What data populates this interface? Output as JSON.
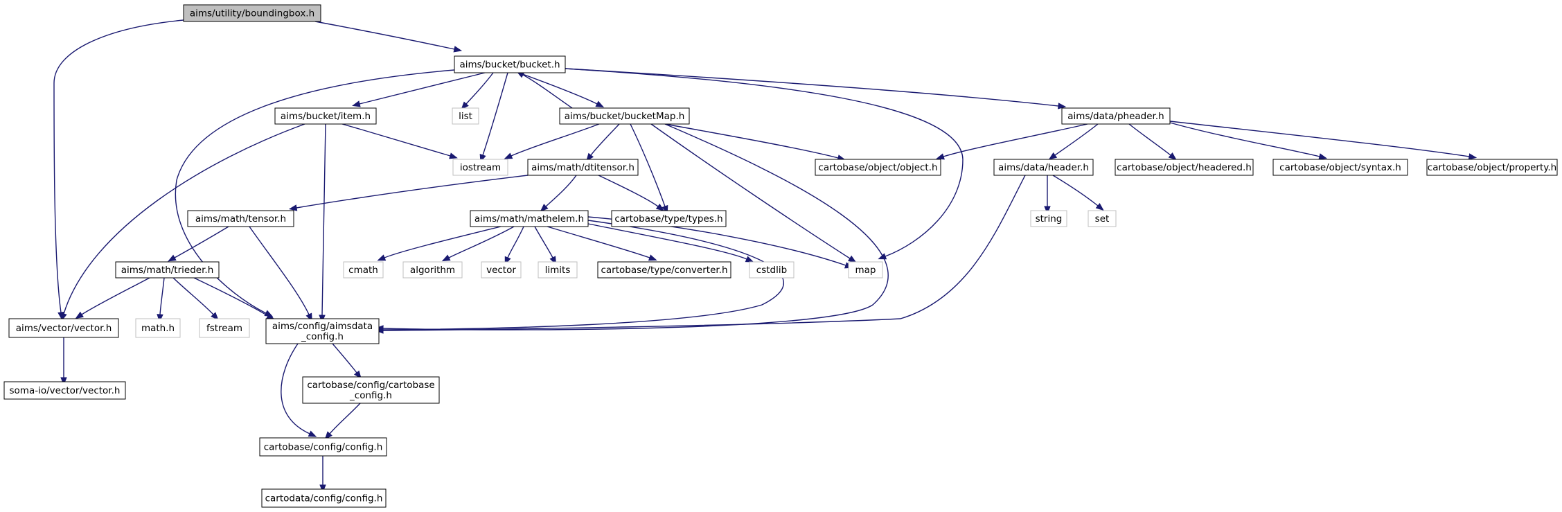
{
  "diagram": {
    "nodes": [
      {
        "id": "boundingbox",
        "lines": [
          "aims/utility/boundingbox.h"
        ],
        "style": "focus"
      },
      {
        "id": "bucket",
        "lines": [
          "aims/bucket/bucket.h"
        ],
        "style": "normal"
      },
      {
        "id": "vector_aims",
        "lines": [
          "aims/vector/vector.h"
        ],
        "style": "normal"
      },
      {
        "id": "item",
        "lines": [
          "aims/bucket/item.h"
        ],
        "style": "normal"
      },
      {
        "id": "list",
        "lines": [
          "list"
        ],
        "style": "external"
      },
      {
        "id": "iostream",
        "lines": [
          "iostream"
        ],
        "style": "external"
      },
      {
        "id": "bucketmap",
        "lines": [
          "aims/bucket/bucketMap.h"
        ],
        "style": "normal"
      },
      {
        "id": "pheader",
        "lines": [
          "aims/data/pheader.h"
        ],
        "style": "normal"
      },
      {
        "id": "map",
        "lines": [
          "map"
        ],
        "style": "external"
      },
      {
        "id": "aimsdata_config",
        "lines": [
          "aims/config/aimsdata",
          "_config.h"
        ],
        "style": "normal"
      },
      {
        "id": "soma_vector",
        "lines": [
          "soma-io/vector/vector.h"
        ],
        "style": "normal"
      },
      {
        "id": "dtitensor",
        "lines": [
          "aims/math/dtitensor.h"
        ],
        "style": "normal"
      },
      {
        "id": "object",
        "lines": [
          "cartobase/object/object.h"
        ],
        "style": "normal"
      },
      {
        "id": "types",
        "lines": [
          "cartobase/type/types.h"
        ],
        "style": "normal"
      },
      {
        "id": "tensor",
        "lines": [
          "aims/math/tensor.h"
        ],
        "style": "normal"
      },
      {
        "id": "mathelem",
        "lines": [
          "aims/math/mathelem.h"
        ],
        "style": "normal"
      },
      {
        "id": "trieder",
        "lines": [
          "aims/math/trieder.h"
        ],
        "style": "normal"
      },
      {
        "id": "cmath",
        "lines": [
          "cmath"
        ],
        "style": "external"
      },
      {
        "id": "algorithm",
        "lines": [
          "algorithm"
        ],
        "style": "external"
      },
      {
        "id": "vector_std",
        "lines": [
          "vector"
        ],
        "style": "external"
      },
      {
        "id": "limits",
        "lines": [
          "limits"
        ],
        "style": "external"
      },
      {
        "id": "converter",
        "lines": [
          "cartobase/type/converter.h"
        ],
        "style": "normal"
      },
      {
        "id": "cstdlib",
        "lines": [
          "cstdlib"
        ],
        "style": "external"
      },
      {
        "id": "mathh",
        "lines": [
          "math.h"
        ],
        "style": "external"
      },
      {
        "id": "fstream",
        "lines": [
          "fstream"
        ],
        "style": "external"
      },
      {
        "id": "cartobase_config",
        "lines": [
          "cartobase/config/cartobase",
          "_config.h"
        ],
        "style": "normal"
      },
      {
        "id": "config",
        "lines": [
          "cartobase/config/config.h"
        ],
        "style": "normal"
      },
      {
        "id": "cartodata_config",
        "lines": [
          "cartodata/config/config.h"
        ],
        "style": "normal"
      },
      {
        "id": "header",
        "lines": [
          "aims/data/header.h"
        ],
        "style": "normal"
      },
      {
        "id": "string",
        "lines": [
          "string"
        ],
        "style": "external"
      },
      {
        "id": "set",
        "lines": [
          "set"
        ],
        "style": "external"
      },
      {
        "id": "headered",
        "lines": [
          "cartobase/object/headered.h"
        ],
        "style": "normal"
      },
      {
        "id": "syntax",
        "lines": [
          "cartobase/object/syntax.h"
        ],
        "style": "normal"
      },
      {
        "id": "property",
        "lines": [
          "cartobase/object/property.h"
        ],
        "style": "normal"
      }
    ],
    "edges": [
      [
        "boundingbox",
        "bucket"
      ],
      [
        "boundingbox",
        "vector_aims"
      ],
      [
        "bucket",
        "item"
      ],
      [
        "bucket",
        "list"
      ],
      [
        "bucket",
        "iostream"
      ],
      [
        "bucket",
        "bucketmap"
      ],
      [
        "bucket",
        "pheader"
      ],
      [
        "bucket",
        "map"
      ],
      [
        "bucket",
        "aimsdata_config"
      ],
      [
        "item",
        "vector_aims"
      ],
      [
        "item",
        "iostream"
      ],
      [
        "item",
        "aimsdata_config"
      ],
      [
        "bucketmap",
        "bucket"
      ],
      [
        "bucketmap",
        "iostream"
      ],
      [
        "bucketmap",
        "dtitensor"
      ],
      [
        "bucketmap",
        "types"
      ],
      [
        "bucketmap",
        "object"
      ],
      [
        "bucketmap",
        "map"
      ],
      [
        "bucketmap",
        "aimsdata_config"
      ],
      [
        "pheader",
        "object"
      ],
      [
        "pheader",
        "header"
      ],
      [
        "pheader",
        "headered"
      ],
      [
        "pheader",
        "syntax"
      ],
      [
        "pheader",
        "property"
      ],
      [
        "header",
        "string"
      ],
      [
        "header",
        "set"
      ],
      [
        "header",
        "aimsdata_config"
      ],
      [
        "dtitensor",
        "tensor"
      ],
      [
        "dtitensor",
        "mathelem"
      ],
      [
        "dtitensor",
        "types"
      ],
      [
        "tensor",
        "trieder"
      ],
      [
        "tensor",
        "aimsdata_config"
      ],
      [
        "trieder",
        "vector_aims"
      ],
      [
        "trieder",
        "mathh"
      ],
      [
        "trieder",
        "fstream"
      ],
      [
        "trieder",
        "aimsdata_config"
      ],
      [
        "mathelem",
        "cmath"
      ],
      [
        "mathelem",
        "algorithm"
      ],
      [
        "mathelem",
        "vector_std"
      ],
      [
        "mathelem",
        "limits"
      ],
      [
        "mathelem",
        "converter"
      ],
      [
        "mathelem",
        "cstdlib"
      ],
      [
        "mathelem",
        "map"
      ],
      [
        "mathelem",
        "aimsdata_config"
      ],
      [
        "vector_aims",
        "soma_vector"
      ],
      [
        "aimsdata_config",
        "cartobase_config"
      ],
      [
        "aimsdata_config",
        "config"
      ],
      [
        "cartobase_config",
        "config"
      ],
      [
        "config",
        "cartodata_config"
      ]
    ],
    "colors": {
      "edge": "#191970",
      "focus_fill": "#bfbfbf",
      "node_border": "#000000",
      "external_border": "#bfbfbf"
    }
  }
}
